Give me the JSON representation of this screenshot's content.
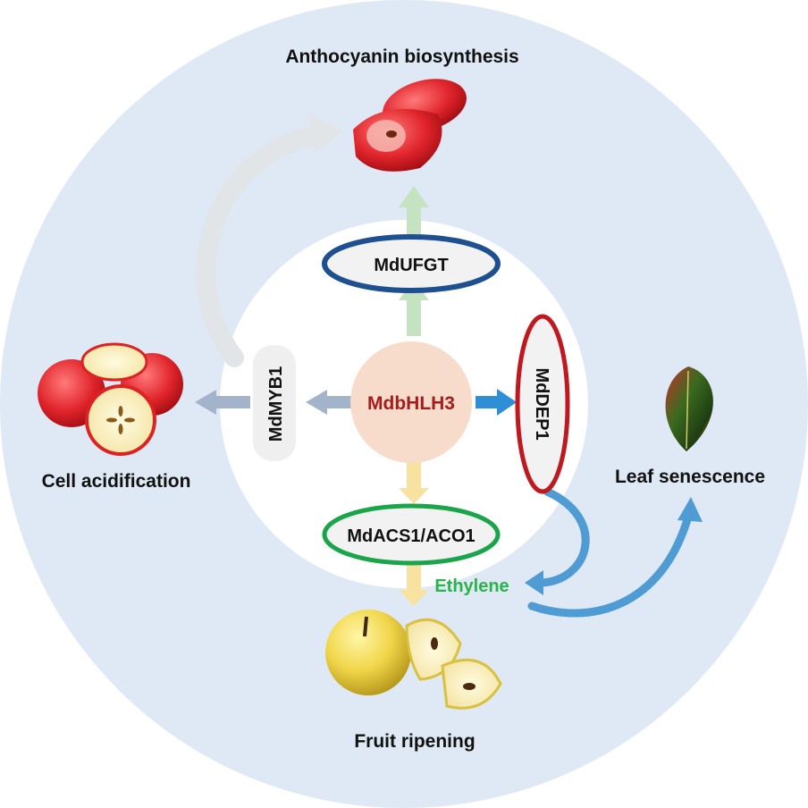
{
  "center": {
    "label": "MdbHLH3"
  },
  "targets": {
    "ufgt": "MdUFGT",
    "myb1": "MdMYB1",
    "dep1": "MdDEP1",
    "acs": "MdACS1/ACO1"
  },
  "intermediate": {
    "ethylene": "Ethylene"
  },
  "outcomes": {
    "anthocyanin": "Anthocyanin biosynthesis",
    "acidification": "Cell acidification",
    "senescence": "Leaf senescence",
    "ripening": "Fruit ripening"
  },
  "colors": {
    "outer_circle": "#dfe9f5",
    "inner_circle": "#ffffff",
    "center_fill": "#f8dccb",
    "center_text": "#a61c1c",
    "ufgt_ring": "#1d4f91",
    "dep1_ring": "#c0181f",
    "acs_ring": "#1aa54a",
    "ethylene_text": "#2bb24a",
    "arrow_up": "#c5e3c0",
    "arrow_left": "#a3b3c9",
    "arrow_right": "#2f8fd6",
    "arrow_down": "#f7e2a0",
    "blue_curve": "#4f9bd3",
    "grey_curve": "#e2e5e8"
  },
  "icons": [
    "red-apple-icon",
    "cut-red-apples-icon",
    "leaf-icon",
    "yellow-apples-icon"
  ]
}
